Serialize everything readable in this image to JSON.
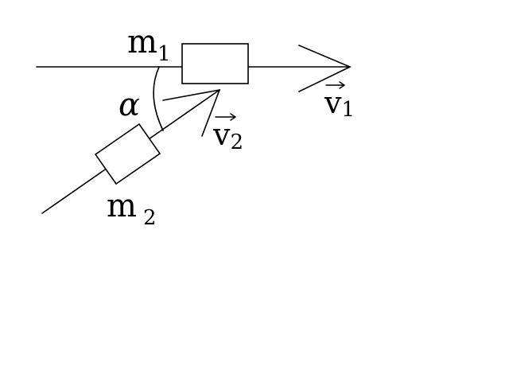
{
  "diagram": {
    "mass1": {
      "symbol": "m",
      "subscript": "1"
    },
    "mass2": {
      "symbol": "m",
      "subscript": "2"
    },
    "velocity1": {
      "symbol": "v",
      "subscript": "1"
    },
    "velocity2": {
      "symbol": "v",
      "subscript": "2"
    },
    "angle": {
      "symbol": "α"
    }
  }
}
